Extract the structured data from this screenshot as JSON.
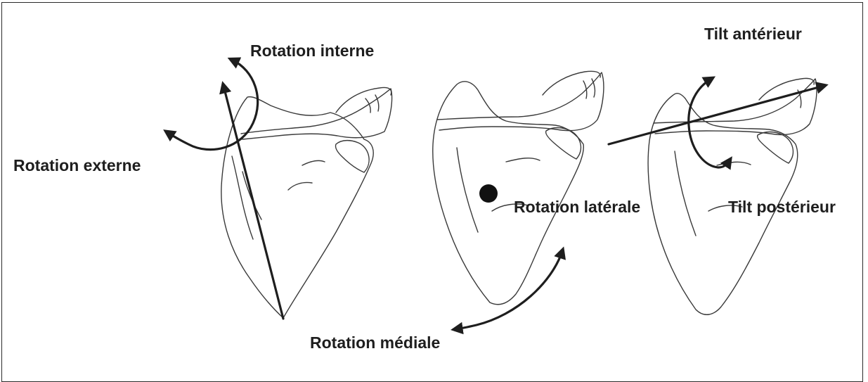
{
  "labels": {
    "rotation_interne": "Rotation interne",
    "rotation_externe": "Rotation externe",
    "rotation_laterale": "Rotation latérale",
    "rotation_mediale": "Rotation médiale",
    "tilt_anterieur": "Tilt antérieur",
    "tilt_posterieur": "Tilt postérieur"
  },
  "colors": {
    "ink": "#1e1e1e",
    "outline": "#3a3a3a",
    "background": "#ffffff"
  }
}
